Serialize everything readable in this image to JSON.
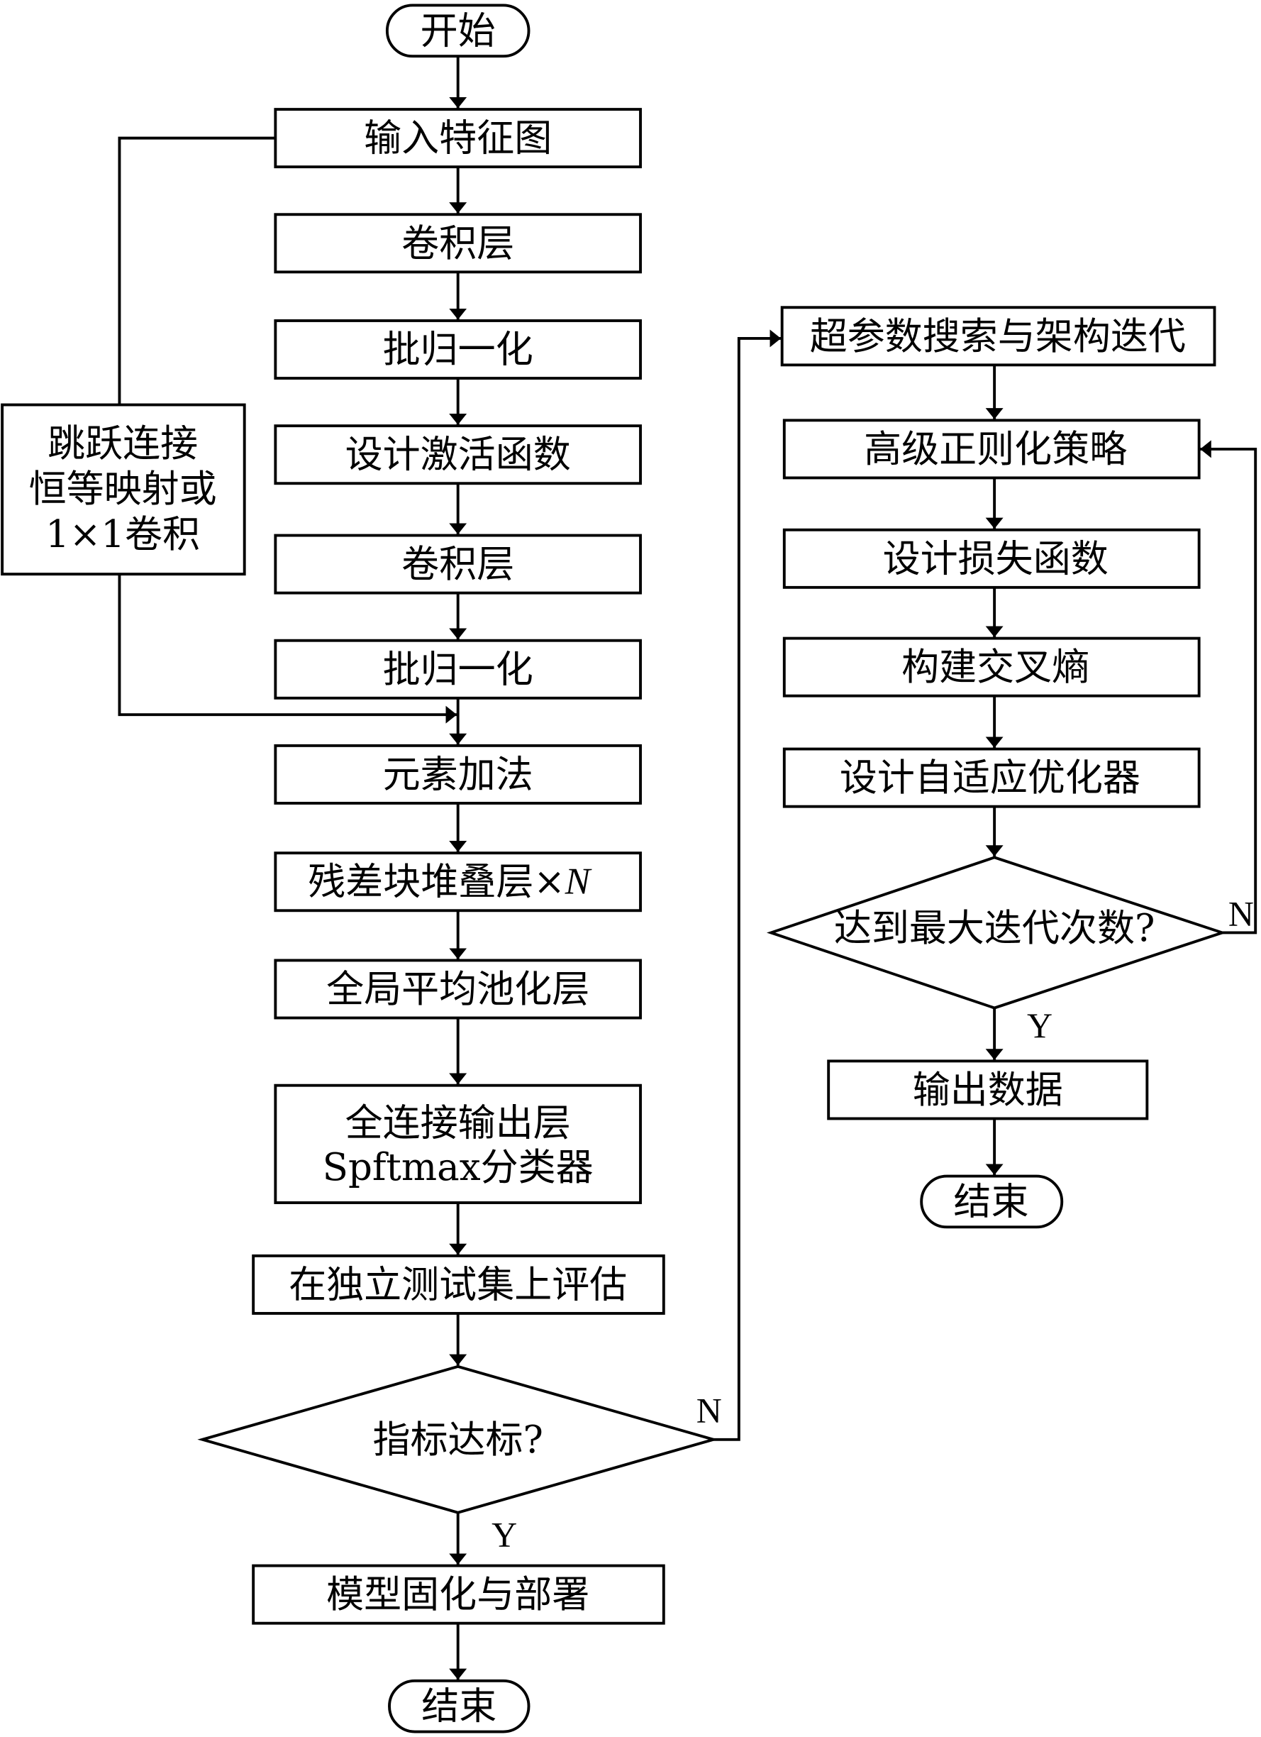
{
  "diagram": {
    "type": "flowchart",
    "left_column": {
      "start": "开始",
      "input": "输入特征图",
      "conv1": "卷积层",
      "bn1": "批归一化",
      "activation": "设计激活函数",
      "conv2": "卷积层",
      "bn2": "批归一化",
      "add": "元素加法",
      "stack": "残差块堆叠层×",
      "stack_n": "N",
      "gap": "全局平均池化层",
      "fc_line1": "全连接输出层",
      "fc_line2": "Spftmax分类器",
      "evaluate": "在独立测试集上评估",
      "decision": "指标达标?",
      "deploy": "模型固化与部署",
      "end": "结束"
    },
    "skip_box": {
      "line1": "跳跃连接",
      "line2": "恒等映射或",
      "line3": "1×1卷积"
    },
    "right_column": {
      "search": "超参数搜索与架构迭代",
      "regularization": "高级正则化策略",
      "loss": "设计损失函数",
      "cross_entropy": "构建交叉熵",
      "optimizer": "设计自适应优化器",
      "decision": "达到最大迭代次数?",
      "output": "输出数据",
      "end": "结束"
    },
    "branch_labels": {
      "yes": "Y",
      "no": "N"
    }
  }
}
